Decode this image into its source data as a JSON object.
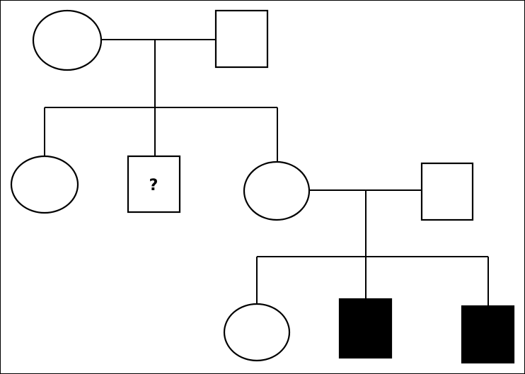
{
  "pedigree": {
    "stroke_color": "#000000",
    "affected_fill": "#000000",
    "unaffected_fill": "#ffffff",
    "generations": [
      {
        "id": "generation-1",
        "members": [
          {
            "id": "g1-female",
            "sex": "female",
            "affected": false
          },
          {
            "id": "g1-male",
            "sex": "male",
            "affected": false
          }
        ]
      },
      {
        "id": "generation-2",
        "members": [
          {
            "id": "g2-daughter",
            "sex": "female",
            "affected": false
          },
          {
            "id": "g2-son",
            "sex": "male",
            "affected": null,
            "label": "?"
          },
          {
            "id": "g2-daughter-mother",
            "sex": "female",
            "affected": false
          },
          {
            "id": "g2-spouse",
            "sex": "male",
            "affected": false
          }
        ]
      },
      {
        "id": "generation-3",
        "members": [
          {
            "id": "g3-daughter",
            "sex": "female",
            "affected": false
          },
          {
            "id": "g3-son-1",
            "sex": "male",
            "affected": true
          },
          {
            "id": "g3-son-2",
            "sex": "male",
            "affected": true
          }
        ]
      }
    ],
    "unknown_status_label": "?"
  }
}
